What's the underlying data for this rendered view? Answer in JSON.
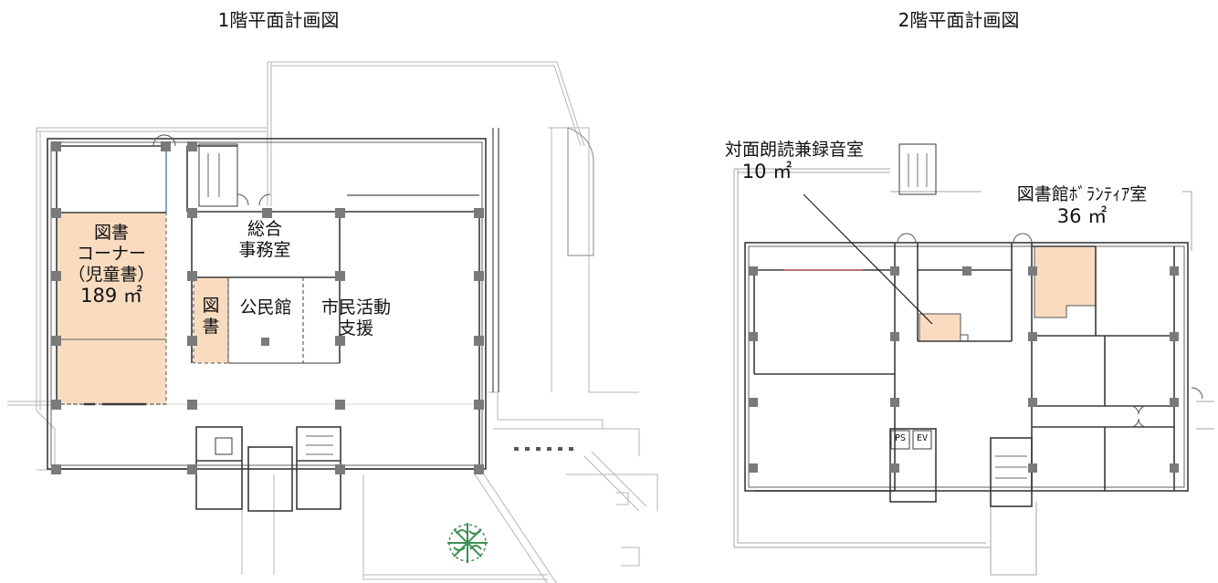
{
  "plans": [
    {
      "title": "1階平面計画図",
      "rooms": {
        "library_corner": {
          "lines": [
            "図書",
            "コーナー",
            "（児童書）",
            "189 ㎡"
          ]
        },
        "general_office": {
          "lines": [
            "総合",
            "事務室"
          ]
        },
        "library_small": {
          "lines": [
            "図",
            "書"
          ]
        },
        "community_hall": {
          "lines": [
            "公民館"
          ]
        },
        "civic_support": {
          "lines": [
            "市民活動",
            "支援"
          ]
        }
      }
    },
    {
      "title": "2階平面計画図",
      "rooms": {
        "recording_room": {
          "lines": [
            "対面朗読兼録音室",
            "10 ㎡"
          ]
        },
        "volunteer_room": {
          "lines": [
            "図書館ﾎﾞﾗﾝﾃｨｱ室",
            "36 ㎡"
          ]
        },
        "ps": {
          "label": "PS"
        },
        "ev": {
          "label": "EV"
        }
      }
    }
  ],
  "colors": {
    "highlight": "#f9dcc0",
    "wall": "#3a3a3a",
    "column": "#7a7a7a",
    "outline": "#9a9a9a",
    "tree": "#3e8f52"
  }
}
